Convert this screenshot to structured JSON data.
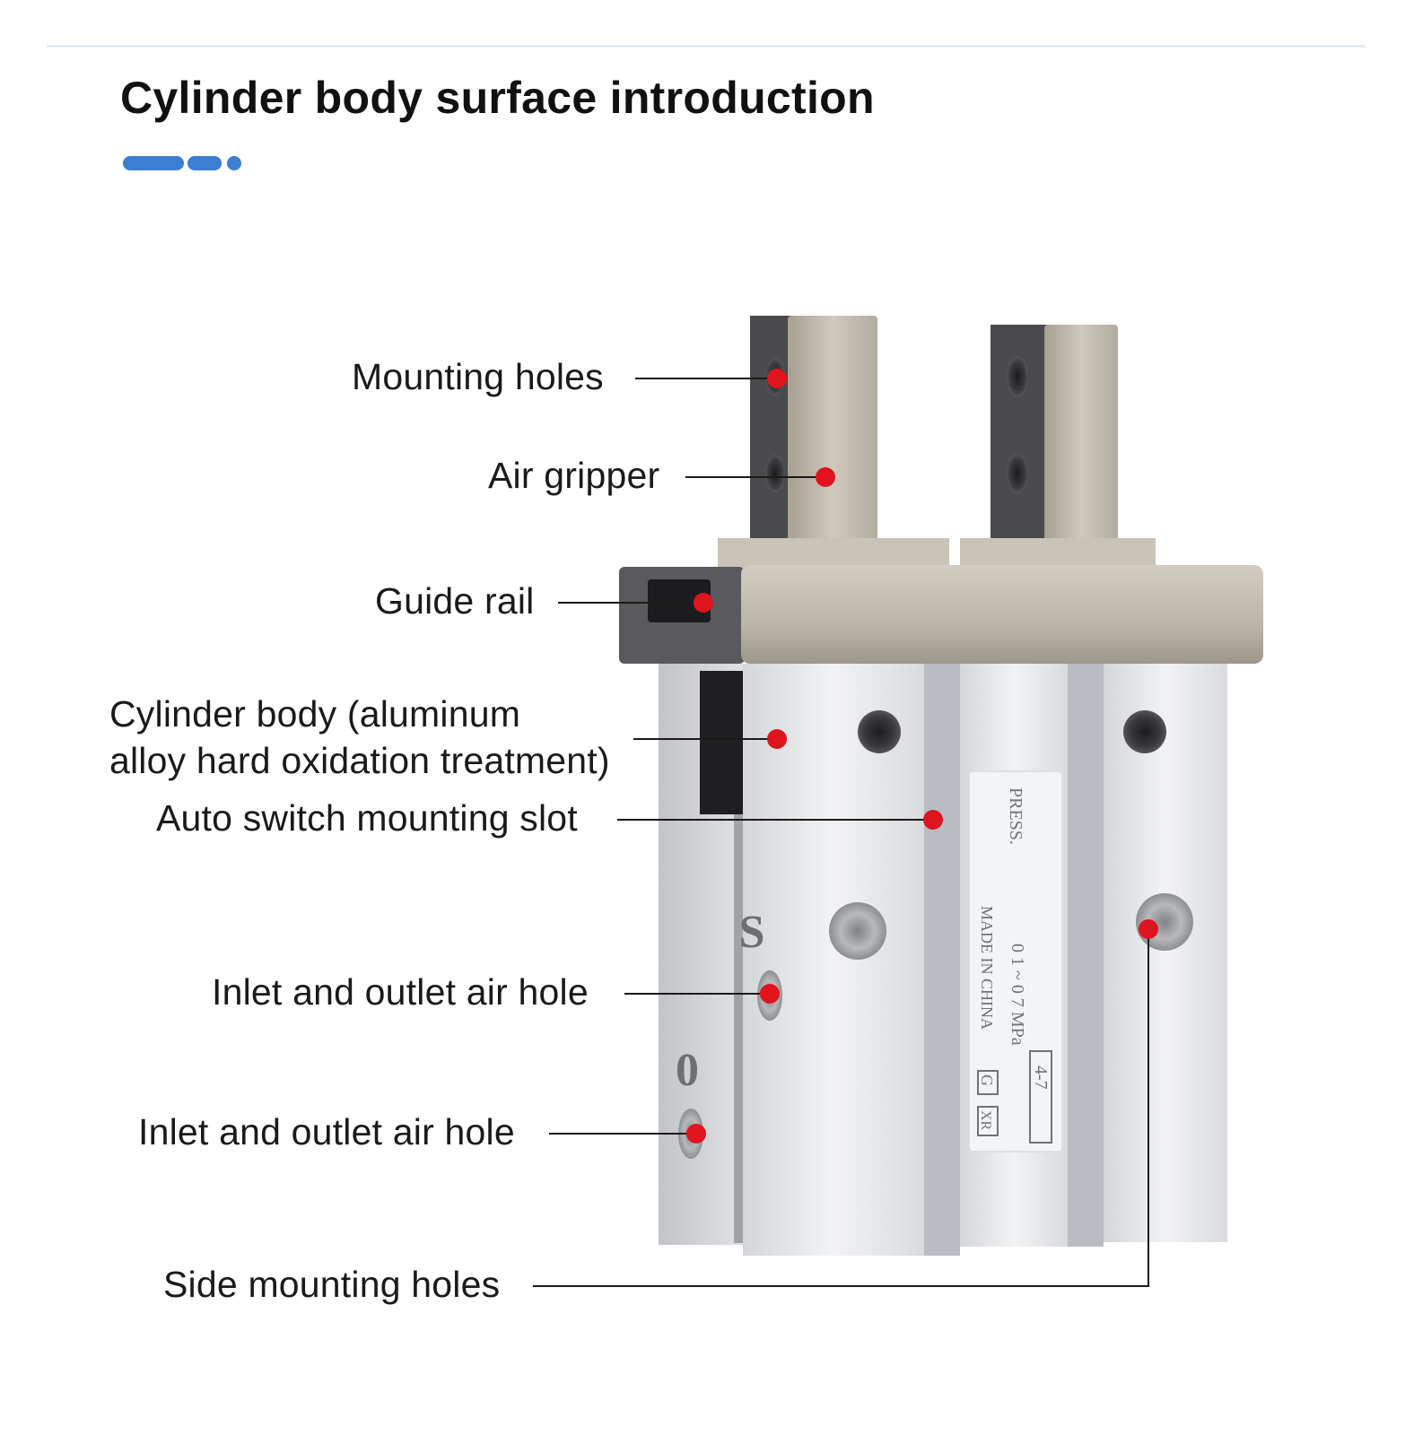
{
  "title": "Cylinder body surface introduction",
  "colors": {
    "accent": "#3a7fd0",
    "marker": "#e0141e",
    "label_text": "#1a1a1a",
    "body_aluminum": "#e2e3e5",
    "jaw_metal": "#b8b1a4"
  },
  "labels": {
    "mounting_holes": "Mounting holes",
    "air_gripper": "Air gripper",
    "guide_rail": "Guide rail",
    "cylinder_body_line1": "Cylinder body (aluminum",
    "cylinder_body_line2": "alloy hard oxidation treatment)",
    "auto_switch_slot": "Auto switch mounting slot",
    "inlet_outlet_1": "Inlet and outlet air hole",
    "inlet_outlet_2": "Inlet and outlet air hole",
    "side_mounting_holes": "Side mounting holes"
  },
  "product_markings": {
    "press": "PRESS.",
    "pressure_range": "0 1 ~ 0 7 MPa",
    "made_in": "MADE IN CHINA",
    "code": "4-7",
    "letter_g": "G",
    "letter_xr": "XR",
    "port_s": "S",
    "port_o": "0"
  }
}
